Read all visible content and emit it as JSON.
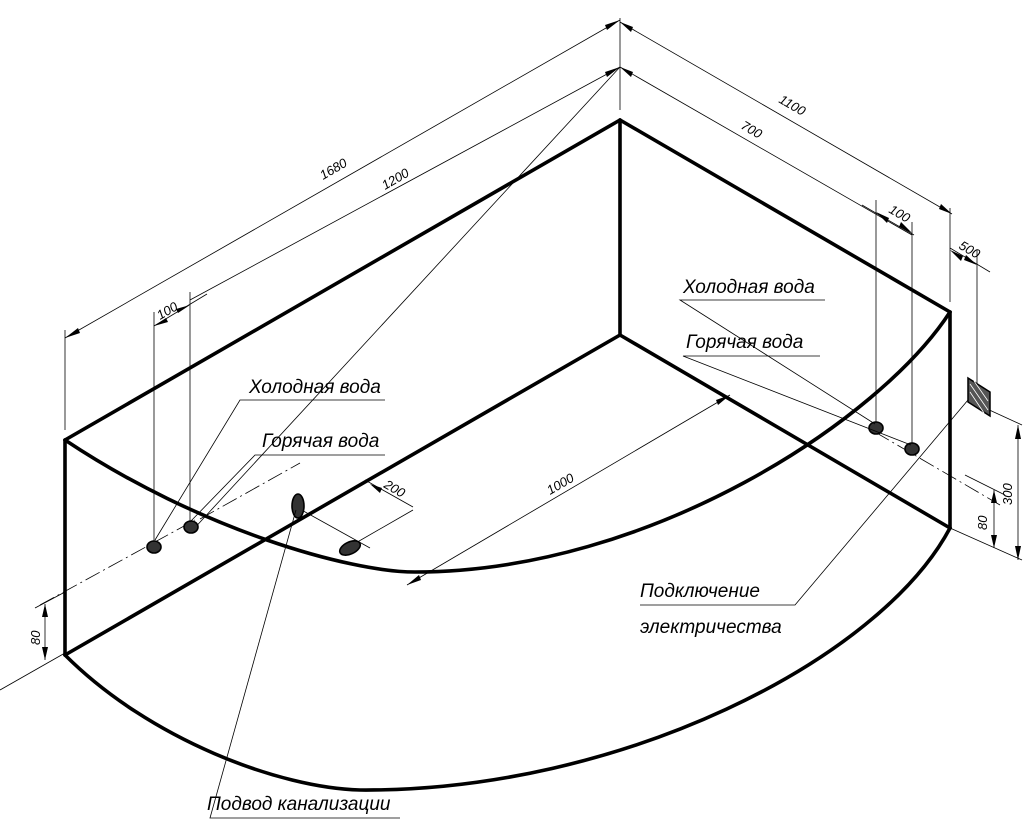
{
  "dimensions": {
    "d1680": "1680",
    "d1200": "1200",
    "d1100": "1100",
    "d700": "700",
    "d100_left": "100",
    "d100_right": "100",
    "d500": "500",
    "d200": "200",
    "d1000": "1000",
    "d80_left": "80",
    "d80_right": "80",
    "d300": "300"
  },
  "labels": {
    "cold_water_left": "Холодная вода",
    "hot_water_left": "Горячая вода",
    "cold_water_right": "Холодная вода",
    "hot_water_right": "Горячая вода",
    "electricity_line1": "Подключение",
    "electricity_line2": "электричества",
    "drain": "Подвод канализации"
  }
}
